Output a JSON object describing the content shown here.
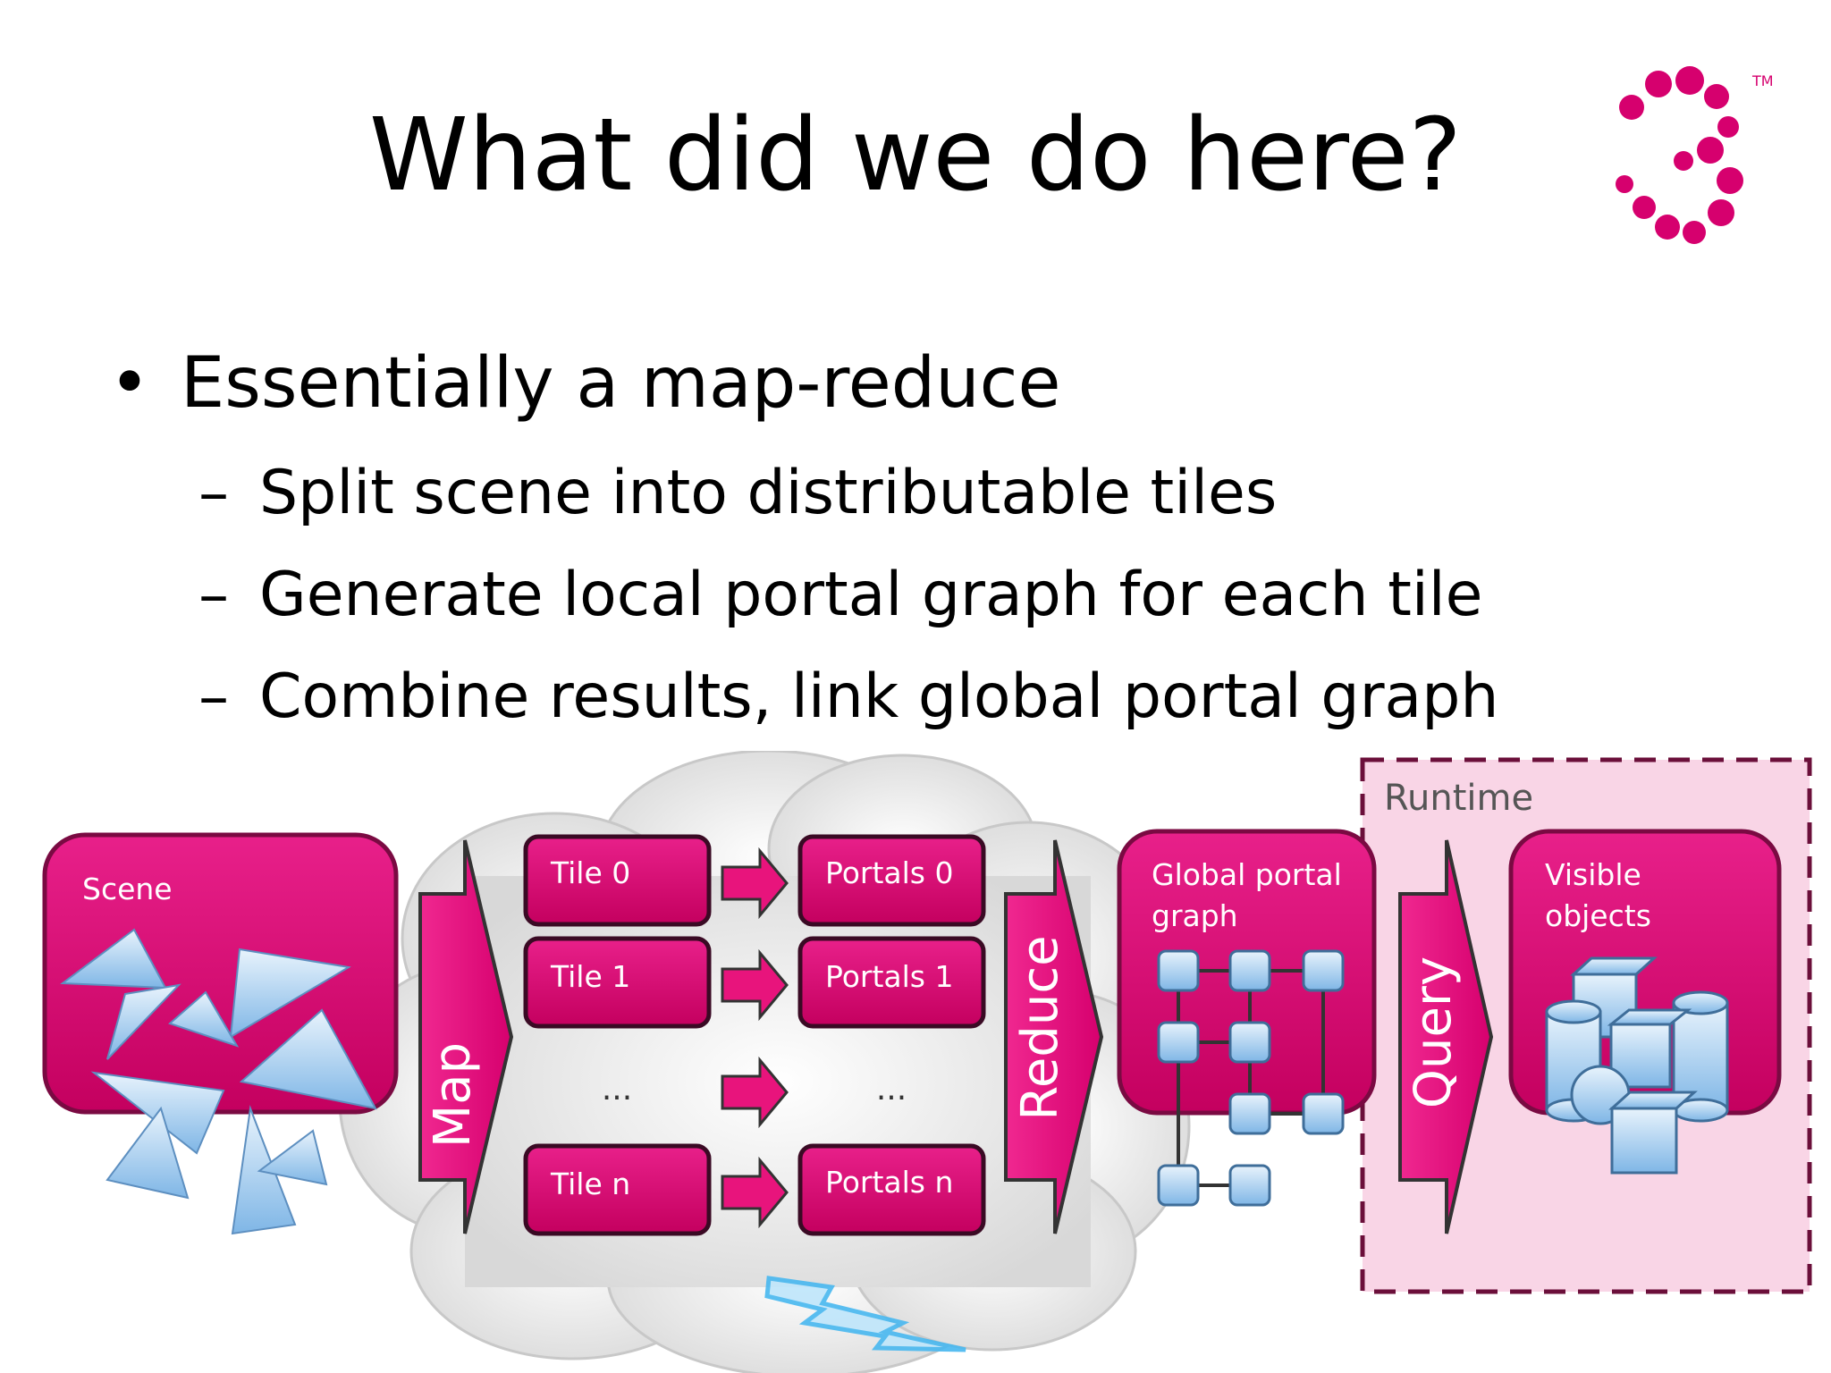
{
  "slide": {
    "title": "What did we do here?",
    "bullets": {
      "main": "Essentially a map-reduce",
      "main_marker": "•",
      "sub_marker": "–",
      "sub": [
        "Split scene into distributable tiles",
        "Generate local portal graph for each tile",
        "Combine results, link global portal graph"
      ]
    },
    "logo": {
      "icon": "three-dots-logo",
      "trademark": "TM",
      "color": "#d6006e"
    }
  },
  "diagram": {
    "scene_label": "Scene",
    "map_label": "Map",
    "tiles": [
      "Tile 0",
      "Tile 1",
      "...",
      "Tile n"
    ],
    "portals": [
      "Portals 0",
      "Portals 1",
      "...",
      "Portals n"
    ],
    "reduce_label": "Reduce",
    "global_graph_label": [
      "Global portal",
      "graph"
    ],
    "runtime_label": "Runtime",
    "query_label": "Query",
    "visible_objects_label": [
      "Visible",
      "objects"
    ],
    "colors": {
      "magenta": "#d6006e",
      "box_edge": "#8a0a4a",
      "shape_blue": "#9cc8ee",
      "cloud": "#e8e8e8",
      "runtime_bg": "#f9d5e6",
      "runtime_border": "#6b0f3a"
    }
  }
}
